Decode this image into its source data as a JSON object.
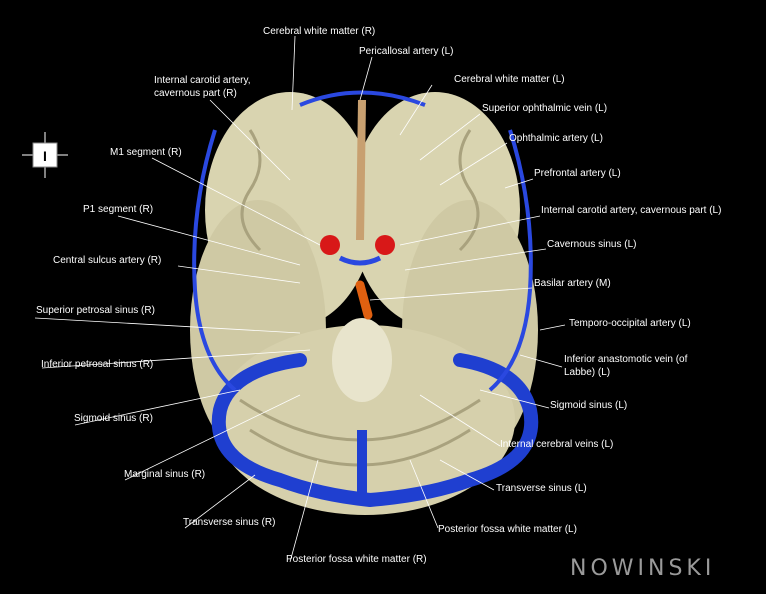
{
  "labels": {
    "cerebral_white_matter_r": "Cerebral white matter (R)",
    "pericallosal_artery_l": "Pericallosal artery (L)",
    "ica_cavernous_r": "Internal carotid artery, cavernous part (R)",
    "cerebral_white_matter_l": "Cerebral white matter (L)",
    "superior_ophthalmic_vein_l": "Superior ophthalmic vein (L)",
    "m1_segment_r": "M1 segment (R)",
    "ophthalmic_artery_l": "Ophthalmic artery (L)",
    "prefrontal_artery_l": "Prefrontal artery (L)",
    "p1_segment_r": "P1 segment (R)",
    "ica_cavernous_l": "Internal carotid artery, cavernous part (L)",
    "cavernous_sinus_l": "Cavernous sinus (L)",
    "central_sulcus_artery_r": "Central sulcus artery (R)",
    "basilar_artery_m": "Basilar artery (M)",
    "superior_petrosal_sinus_r": "Superior petrosal sinus (R)",
    "temporo_occipital_artery_l": "Temporo-occipital artery (L)",
    "inferior_petrosal_sinus_r": "Inferior petrosal sinus (R)",
    "inferior_anastomotic_vein_l": "Inferior anastomotic vein (of Labbe) (L)",
    "sigmoid_sinus_l": "Sigmoid sinus (L)",
    "sigmoid_sinus_r": "Sigmoid sinus (R)",
    "internal_cerebral_veins_l": "Internal cerebral veins (L)",
    "marginal_sinus_r": "Marginal sinus (R)",
    "transverse_sinus_l": "Transverse sinus (L)",
    "transverse_sinus_r": "Transverse sinus (R)",
    "posterior_fossa_wm_l": "Posterior fossa white matter (L)",
    "posterior_fossa_wm_r": "Posterior fossa white matter (R)"
  },
  "orientation_letter": "I",
  "logo_text": "NOWINSKI",
  "colors": {
    "background": "#000000",
    "label_text": "#ffffff",
    "leader_line": "#ffffff",
    "tissue": "#d9d4b0",
    "vein": "#1f3fd0",
    "artery": "#d81818"
  }
}
